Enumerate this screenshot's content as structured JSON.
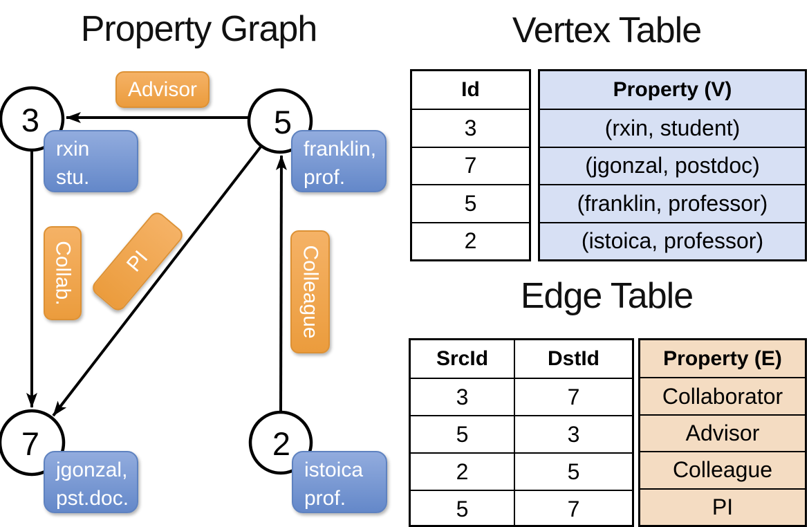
{
  "graph": {
    "title": "Property Graph",
    "nodes": [
      {
        "id": "3",
        "property_lines": [
          "rxin",
          "stu."
        ]
      },
      {
        "id": "5",
        "property_lines": [
          "franklin,",
          "prof."
        ]
      },
      {
        "id": "7",
        "property_lines": [
          "jgonzal,",
          "pst.doc."
        ]
      },
      {
        "id": "2",
        "property_lines": [
          "istoica",
          "prof."
        ]
      }
    ],
    "edge_labels": {
      "advisor": "Advisor",
      "collab": "Collab.",
      "pi": "PI",
      "colleague": "Colleague"
    }
  },
  "vertex_table": {
    "title": "Vertex Table",
    "columns": [
      "Id",
      "Property (V)"
    ],
    "rows": [
      [
        "3",
        "(rxin, student)"
      ],
      [
        "7",
        "(jgonzal, postdoc)"
      ],
      [
        "5",
        "(franklin, professor)"
      ],
      [
        "2",
        "(istoica, professor)"
      ]
    ]
  },
  "edge_table": {
    "title": "Edge Table",
    "columns": [
      "SrcId",
      "DstId",
      "Property (E)"
    ],
    "rows": [
      [
        "3",
        "7",
        "Collaborator"
      ],
      [
        "5",
        "3",
        "Advisor"
      ],
      [
        "2",
        "5",
        "Colleague"
      ],
      [
        "5",
        "7",
        "PI"
      ]
    ]
  },
  "colors": {
    "orange-top": "#F5B266",
    "orange-bottom": "#EB9C3D",
    "orange-border": "#DD9134",
    "blue-top": "#92ACDE",
    "blue-bottom": "#6488C9",
    "blue-border": "#5E82C0",
    "vertex-cell-bg": "#D7E0F4",
    "edge-cell-bg": "#F4DCC2",
    "line-color": "#000000"
  }
}
